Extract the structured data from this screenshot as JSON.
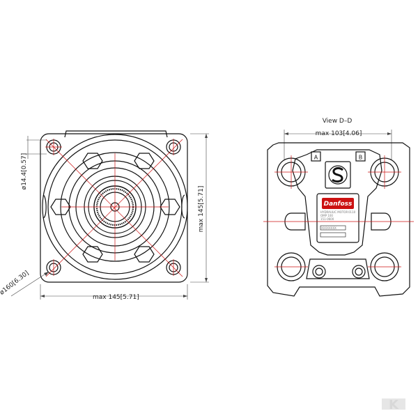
{
  "drawing": {
    "front": {
      "width_dim": "max  145[5.71]",
      "height_dim": "max  145[5.71]",
      "hole_dim": "ø14.4[0.57]",
      "pcd_dim": "ø160[6.30]"
    },
    "side": {
      "view_label": "View  D–D",
      "width_dim": "max  103[4.06]",
      "port_a": "A",
      "port_b": "B",
      "brand": "Danfoss",
      "plate_lines": [
        "HYDRAULIC MOTOR",
        "OMP 100",
        "151-0600",
        "0110",
        "XXXXXXXX"
      ]
    }
  },
  "watermark": "K",
  "colors": {
    "line": "#111111",
    "dim": "#cc1111",
    "logo": "#cc1111"
  }
}
